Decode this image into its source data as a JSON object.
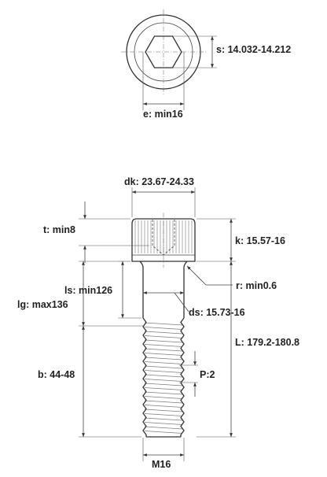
{
  "top_view": {
    "s_label": "s: 14.032-14.212",
    "e_label": "e: min16"
  },
  "side_view": {
    "dk_label": "dk: 23.67-24.33",
    "t_label": "t: min8",
    "k_label": "k: 15.57-16",
    "ls_label": "ls: min126",
    "lg_label": "lg: max136",
    "r_label": "r: min0.6",
    "ds_label": "ds: 15.73-16",
    "L_label": "L: 179.2-180.8",
    "b_label": "b: 44-48",
    "P_label": "P:2",
    "M_label": "M16"
  },
  "colors": {
    "line": "#333333",
    "text": "#222222",
    "background": "#ffffff"
  }
}
